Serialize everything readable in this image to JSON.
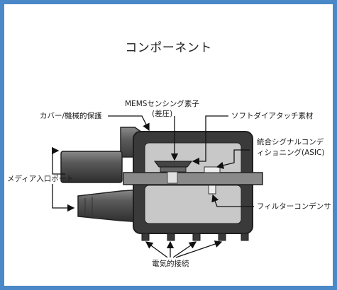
{
  "title": "コンポーネント",
  "labels": {
    "mems_line1": "MEMSセンシング素子",
    "mems_line2": "(差圧)",
    "cover": "カバー/機械的保護",
    "soft_die": "ソフトダイアタッチ素材",
    "asic_line1": "統合シグナルコンデ",
    "asic_line2": "ィショニング(ASIC)",
    "media_port": "メディア入口ポート",
    "filter_cap": "フィルターコンデンサ",
    "electrical": "電気的接続"
  },
  "colors": {
    "frame": "#4a88c8",
    "housing": "#3a3a3a",
    "cavity": "#c8c8c8",
    "substrate": "#8a8a8a",
    "port": "#555555"
  }
}
